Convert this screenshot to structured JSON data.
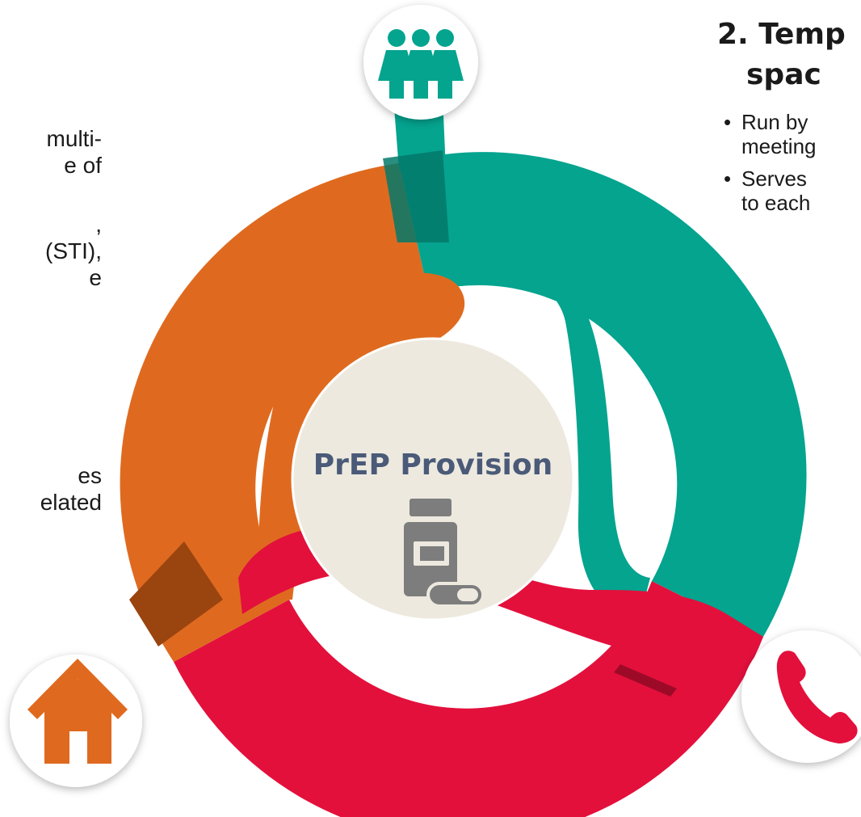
{
  "center": {
    "title": "PrEP Provision"
  },
  "left_text": {
    "line1": "multi-",
    "line2": "e of",
    "line3": ",",
    "line4": "(STI),",
    "line5": "e",
    "line6": "es",
    "line7": "elated"
  },
  "right_text": {
    "heading_line1": "2. Temp",
    "heading_line2": "spac",
    "bullet1_line1": "Run by",
    "bullet1_line2": "meeting",
    "bullet2_line1": "Serves",
    "bullet2_line2": "to each"
  },
  "colors": {
    "teal": "#04a48f",
    "orange": "#df6a1f",
    "red": "#e3103c",
    "center_bg": "#ede9df",
    "center_text": "#4a5a78",
    "icon_gray": "#7d7d7d"
  },
  "icons": {
    "top": "women-group-icon",
    "left": "home-icon",
    "right": "phone-icon",
    "center": "pill-bottle-icon"
  }
}
